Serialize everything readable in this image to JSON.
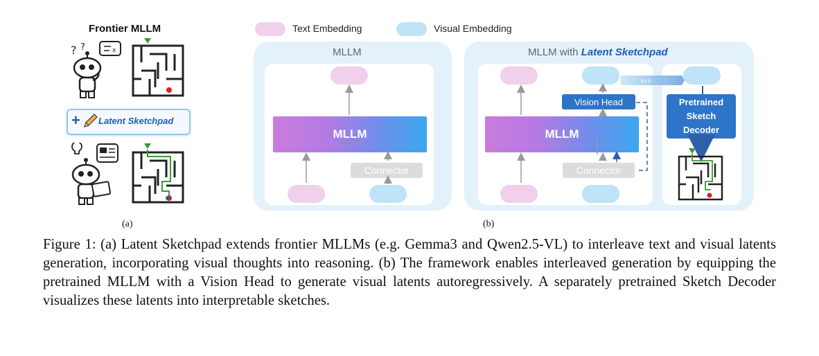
{
  "panel_a": {
    "title": "Frontier MLLM",
    "badge_plus": "+",
    "badge_label": "Latent Sketchpad",
    "label": "(a)"
  },
  "legend": {
    "text_embedding": "Text Embedding",
    "visual_embedding": "Visual Embedding"
  },
  "panel_b1": {
    "title": "MLLM",
    "mllm_label": "MLLM",
    "connector_label": "Connector"
  },
  "panel_b2": {
    "title_prefix": "MLLM with ",
    "title_emphasis": "Latent Sketchpad",
    "mllm_label": "MLLM",
    "connector_label": "Connector",
    "vision_head_label": "Vision Head",
    "decoder_label": "Pretrained\nSketch\nDecoder",
    "label": "(b)"
  },
  "colors": {
    "text_embedding": "#f0d0ea",
    "visual_embedding": "#bfe3f7",
    "accent_blue": "#2e74c9",
    "panel_bg": "#e3f1fb"
  },
  "caption": "Figure 1: (a) Latent Sketchpad extends frontier MLLMs (e.g.  Gemma3 and Qwen2.5-VL) to interleave text and visual latents generation, incorporating visual thoughts into reasoning. (b) The framework enables interleaved generation by equipping the pretrained MLLM with a Vision Head to generate visual latents autoregressively. A separately pretrained Sketch Decoder visualizes these latents into interpretable sketches."
}
